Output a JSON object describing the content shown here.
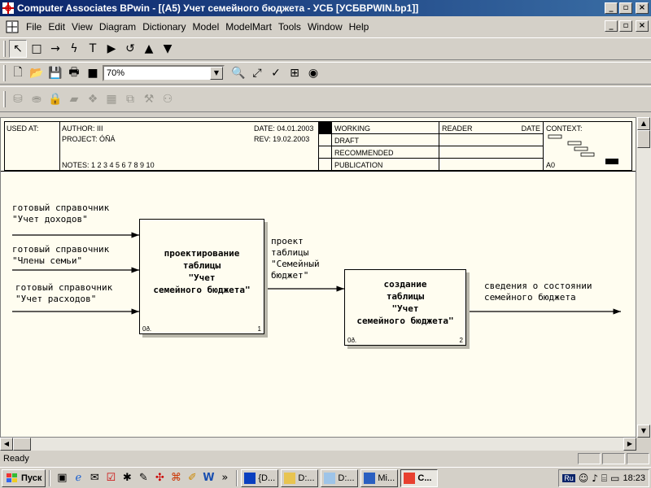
{
  "window": {
    "title": "Computer Associates BPwin - [(A5) Учет семейного бюджета  - УСБ  [УСБBPWIN.bp1]]",
    "min": "_",
    "max": "▫",
    "close": "×"
  },
  "menu": {
    "items": [
      "File",
      "Edit",
      "View",
      "Diagram",
      "Dictionary",
      "Model",
      "ModelMart",
      "Tools",
      "Window",
      "Help"
    ]
  },
  "toolbar1": {
    "tools": [
      {
        "name": "pointer-tool-icon",
        "glyph": "↖",
        "pressed": true
      },
      {
        "name": "activity-box-tool-icon",
        "glyph": "□"
      },
      {
        "name": "arrow-tool-icon",
        "glyph": "→"
      },
      {
        "name": "squiggle-tool-icon",
        "glyph": "ϟ"
      },
      {
        "name": "text-tool-icon",
        "glyph": "T"
      },
      {
        "name": "go-to-sibling-icon",
        "glyph": "▶"
      },
      {
        "name": "go-to-parent-icon",
        "glyph": "↺"
      },
      {
        "name": "go-up-icon",
        "glyph": "▲"
      },
      {
        "name": "go-down-icon",
        "glyph": "▼"
      }
    ]
  },
  "toolbar2": {
    "zoom": "70%",
    "tools": [
      {
        "name": "new-icon",
        "glyph": "🗋"
      },
      {
        "name": "open-icon",
        "glyph": "📂"
      },
      {
        "name": "save-icon",
        "glyph": "💾"
      },
      {
        "name": "print-icon",
        "glyph": "🖶"
      },
      {
        "name": "color-icon",
        "glyph": "■"
      }
    ],
    "tools_after": [
      {
        "name": "zoom-in-icon",
        "glyph": "🔍"
      },
      {
        "name": "zoom-fit-icon",
        "glyph": "⤢"
      },
      {
        "name": "spell-check-icon",
        "glyph": "✓"
      },
      {
        "name": "model-explorer-icon",
        "glyph": "⊞"
      },
      {
        "name": "model-globe-icon",
        "glyph": "◉"
      }
    ]
  },
  "toolbar3": {
    "tools": [
      {
        "name": "mm-connect-icon",
        "glyph": "⛁"
      },
      {
        "name": "mm-disconnect-icon",
        "glyph": "⛂"
      },
      {
        "name": "mm-lock-icon",
        "glyph": "🔒"
      },
      {
        "name": "mm-folder-icon",
        "glyph": "▰"
      },
      {
        "name": "mm-check-in-icon",
        "glyph": "❖"
      },
      {
        "name": "mm-grid-icon",
        "glyph": "▦"
      },
      {
        "name": "mm-merge-icon",
        "glyph": "⧉"
      },
      {
        "name": "mm-tools-icon",
        "glyph": "⚒"
      },
      {
        "name": "mm-users-icon",
        "glyph": "⚇"
      }
    ]
  },
  "header": {
    "used_at": "USED AT:",
    "author": "AUTHOR:  III",
    "project": "PROJECT:  ÓÑÁ",
    "notes": "NOTES:  1  2  3  4  5  6  7  8  9  10",
    "date": "DATE:  04.01.2003",
    "rev": "REV:   19.02.2003",
    "status": [
      "WORKING",
      "DRAFT",
      "RECOMMENDED",
      "PUBLICATION"
    ],
    "reader": "READER",
    "reader_date": "DATE",
    "context": "CONTEXT:",
    "node": "A0"
  },
  "diagram": {
    "inputs": [
      "готовый справочник\n\"Учет доходов\"",
      "готовый справочник\n\"Члены семьи\"",
      "готовый справочник\n\"Учет расходов\""
    ],
    "box1": {
      "name": "проектирование\nтаблицы\n\"Учет\nсемейного бюджета\"",
      "cost": "0ð.",
      "num": "1"
    },
    "arrow_mid": "проект\nтаблицы\n\"Семейный\nбюджет\"",
    "box2": {
      "name": "создание\nтаблицы\n\"Учет\nсемейного бюджета\"",
      "cost": "0ð.",
      "num": "2"
    },
    "output": "сведения о состоянии\nсемейного бюджета"
  },
  "status": {
    "message": "Ready"
  },
  "taskbar": {
    "start": "Пуск",
    "tasks": [
      {
        "label": "{D...",
        "name": "task-d-braces"
      },
      {
        "label": "D:...",
        "name": "task-d-folder"
      },
      {
        "label": "D:...",
        "name": "task-d-search"
      },
      {
        "label": "Mi...",
        "name": "task-word"
      },
      {
        "label": "C...",
        "name": "task-bpwin",
        "active": true
      }
    ],
    "more": "»",
    "lang": "Ru",
    "clock": "18:23"
  }
}
